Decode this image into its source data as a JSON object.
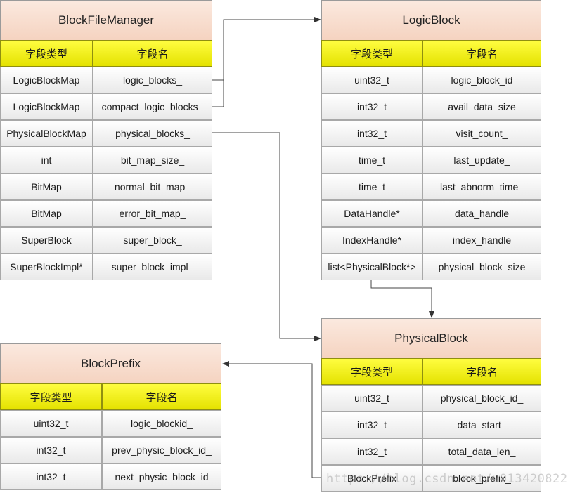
{
  "tables": [
    {
      "id": "blockfilemanager",
      "title": "BlockFileManager",
      "headers": [
        "字段类型",
        "字段名"
      ],
      "rows": [
        [
          "LogicBlockMap",
          "logic_blocks_"
        ],
        [
          "LogicBlockMap",
          "compact_logic_blocks_"
        ],
        [
          "PhysicalBlockMap",
          "physical_blocks_"
        ],
        [
          "int",
          "bit_map_size_"
        ],
        [
          "BitMap",
          "normal_bit_map_"
        ],
        [
          "BitMap",
          "error_bit_map_"
        ],
        [
          "SuperBlock",
          "super_block_"
        ],
        [
          "SuperBlockImpl*",
          "super_block_impl_"
        ]
      ]
    },
    {
      "id": "logicblock",
      "title": "LogicBlock",
      "headers": [
        "字段类型",
        "字段名"
      ],
      "rows": [
        [
          "uint32_t",
          "logic_block_id"
        ],
        [
          "int32_t",
          "avail_data_size"
        ],
        [
          "int32_t",
          "visit_count_"
        ],
        [
          "time_t",
          "last_update_"
        ],
        [
          "time_t",
          "last_abnorm_time_"
        ],
        [
          "DataHandle*",
          "data_handle"
        ],
        [
          "IndexHandle*",
          "index_handle"
        ],
        [
          "list<PhysicalBlock*>",
          "physical_block_size"
        ]
      ]
    },
    {
      "id": "physicalblock",
      "title": "PhysicalBlock",
      "headers": [
        "字段类型",
        "字段名"
      ],
      "rows": [
        [
          "uint32_t",
          "physical_block_id_"
        ],
        [
          "int32_t",
          "data_start_"
        ],
        [
          "int32_t",
          "total_data_len_"
        ],
        [
          "BlockPrefix",
          "block_prefix_"
        ]
      ]
    },
    {
      "id": "blockprefix",
      "title": "BlockPrefix",
      "headers": [
        "字段类型",
        "字段名"
      ],
      "rows": [
        [
          "uint32_t",
          "logic_blockid_"
        ],
        [
          "int32_t",
          "prev_physic_block_id_"
        ],
        [
          "int32_t",
          "next_physic_block_id"
        ]
      ]
    }
  ],
  "watermark": "https://blog.csdn.net/u013420822"
}
